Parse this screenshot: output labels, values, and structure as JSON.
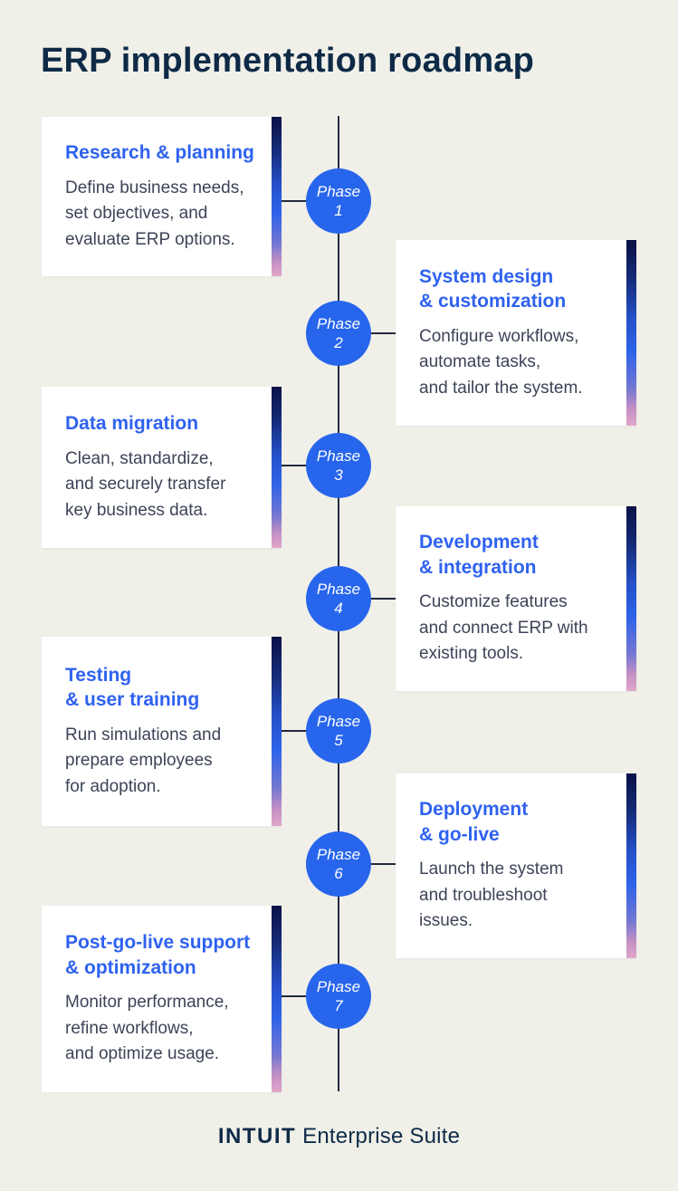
{
  "title": "ERP implementation roadmap",
  "phases": [
    {
      "badge": "Phase",
      "number": "1",
      "side": "left",
      "title": "Research & planning",
      "body": "Define business needs,\nset objectives, and\nevaluate ERP options."
    },
    {
      "badge": "Phase",
      "number": "2",
      "side": "right",
      "title": "System design\n& customization",
      "body": "Configure workflows,\nautomate tasks,\nand tailor the system."
    },
    {
      "badge": "Phase",
      "number": "3",
      "side": "left",
      "title": "Data migration",
      "body": "Clean, standardize,\nand securely transfer\nkey business data."
    },
    {
      "badge": "Phase",
      "number": "4",
      "side": "right",
      "title": "Development\n& integration",
      "body": "Customize features\nand connect ERP with\nexisting tools."
    },
    {
      "badge": "Phase",
      "number": "5",
      "side": "left",
      "title": "Testing\n& user training",
      "body": "Run simulations and\nprepare employees\nfor adoption."
    },
    {
      "badge": "Phase",
      "number": "6",
      "side": "right",
      "title": "Deployment\n& go-live",
      "body": "Launch the system\nand troubleshoot\nissues."
    },
    {
      "badge": "Phase",
      "number": "7",
      "side": "left",
      "title": "Post-go-live support\n& optimization",
      "body": "Monitor performance,\nrefine workflows,\nand optimize usage."
    }
  ],
  "footer": {
    "brand": "INTUIT",
    "product": "Enterprise Suite"
  },
  "colors": {
    "background": "#F0F0E9",
    "card": "#FFFFFF",
    "title_navy": "#0E2A47",
    "heading_blue": "#2E62F0",
    "body_text": "#3C4457",
    "badge_blue": "#2765EC",
    "timeline_line": "#222B3D",
    "gradient_top": "#0B1147",
    "gradient_mid": "#2E63E9",
    "gradient_bottom": "#E0A6C9"
  }
}
